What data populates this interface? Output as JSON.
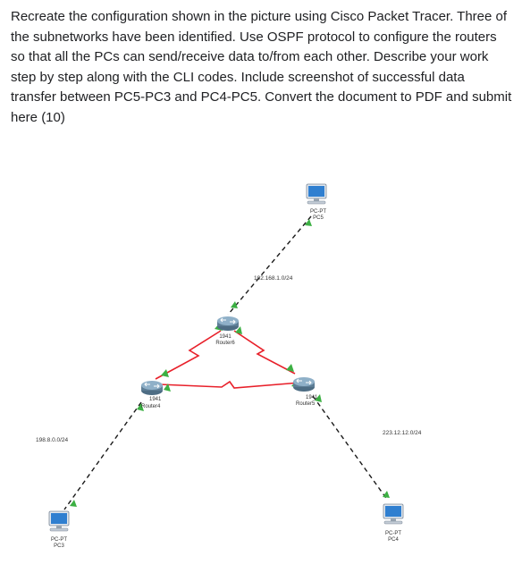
{
  "question": "Recreate the configuration shown in the picture using Cisco Packet Tracer. Three of the subnetworks have been identified. Use OSPF protocol to configure the routers so that all the PCs can send/receive data to/from each other. Describe your work step by step along with the CLI codes. Include screenshot of successful data transfer between PC5-PC3 and PC4-PC5. Convert the document to PDF and submit here (10)",
  "diagram": {
    "pc5": {
      "model": "PC-PT",
      "name": "PC5"
    },
    "pc3": {
      "model": "PC-PT",
      "name": "PC3"
    },
    "pc4": {
      "model": "PC-PT",
      "name": "PC4"
    },
    "router6": {
      "model": "1941",
      "name": "Router6"
    },
    "router4": {
      "model": "1941",
      "name": "Router4"
    },
    "router5": {
      "model": "1941",
      "name": "Router5"
    },
    "networks": {
      "top": "192.168.1.0/24",
      "left": "198.8.0.0/24",
      "right": "223.12.12.0/24"
    },
    "colors": {
      "serial_link": "#e8202a",
      "ethernet_link": "#1a1a1a",
      "port_up": "#3cb043",
      "router_body": "#6f8fa6",
      "pc_screen": "#2f7fd0"
    }
  }
}
